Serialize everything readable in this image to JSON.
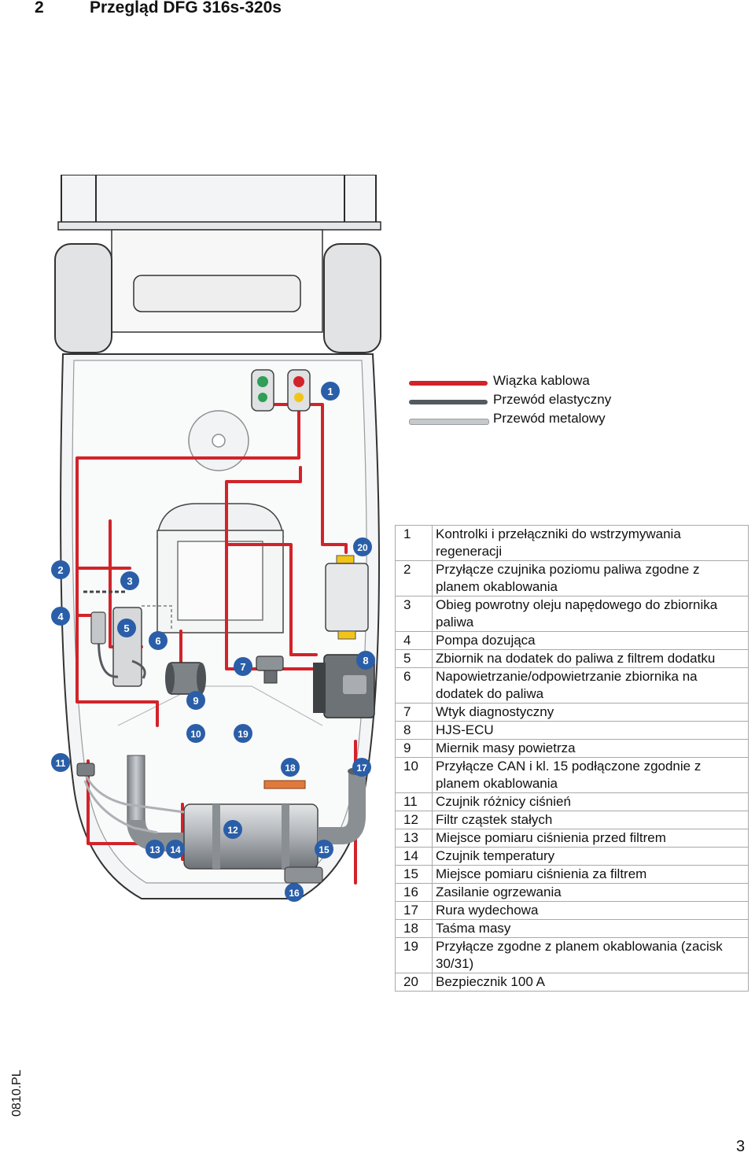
{
  "header": {
    "section_number": "2",
    "title": "Przegląd DFG 316s-320s"
  },
  "legend": [
    {
      "label": "Wiązka kablowa",
      "color": "#d2232a"
    },
    {
      "label": "Przewód elastyczny",
      "color": "#555a60"
    },
    {
      "label": "Przewód metalowy",
      "color": "#c6c9cc"
    }
  ],
  "callouts": [
    "1",
    "2",
    "3",
    "4",
    "5",
    "6",
    "7",
    "8",
    "9",
    "10",
    "11",
    "12",
    "13",
    "14",
    "15",
    "16",
    "17",
    "18",
    "19",
    "20"
  ],
  "parts": [
    {
      "num": "1",
      "text": "Kontrolki i przełączniki do wstrzymywania regeneracji"
    },
    {
      "num": "2",
      "text": "Przyłącze czujnika poziomu paliwa zgodne z planem okablowania"
    },
    {
      "num": "3",
      "text": "Obieg powrotny oleju napędowego do zbiornika paliwa"
    },
    {
      "num": "4",
      "text": "Pompa dozująca"
    },
    {
      "num": "5",
      "text": "Zbiornik na dodatek do paliwa z filtrem dodatku"
    },
    {
      "num": "6",
      "text": "Napowietrzanie/odpowietrzanie zbiornika na dodatek do paliwa"
    },
    {
      "num": "7",
      "text": "Wtyk diagnostyczny"
    },
    {
      "num": "8",
      "text": "HJS-ECU"
    },
    {
      "num": "9",
      "text": "Miernik masy powietrza"
    },
    {
      "num": "10",
      "text": "Przyłącze CAN i kl. 15 podłączone zgodnie z planem okablowania"
    },
    {
      "num": "11",
      "text": "Czujnik różnicy ciśnień"
    },
    {
      "num": "12",
      "text": "Filtr cząstek stałych"
    },
    {
      "num": "13",
      "text": "Miejsce pomiaru ciśnienia przed filtrem"
    },
    {
      "num": "14",
      "text": "Czujnik temperatury"
    },
    {
      "num": "15",
      "text": "Miejsce pomiaru ciśnienia za filtrem"
    },
    {
      "num": "16",
      "text": "Zasilanie ogrzewania"
    },
    {
      "num": "17",
      "text": "Rura wydechowa"
    },
    {
      "num": "18",
      "text": "Taśma masy"
    },
    {
      "num": "19",
      "text": "Przyłącze zgodne z planem okablowania (zacisk 30/31)"
    },
    {
      "num": "20",
      "text": "Bezpiecznik 100 A"
    }
  ],
  "footer": {
    "doc_code": "0810.PL",
    "page_number": "3"
  }
}
